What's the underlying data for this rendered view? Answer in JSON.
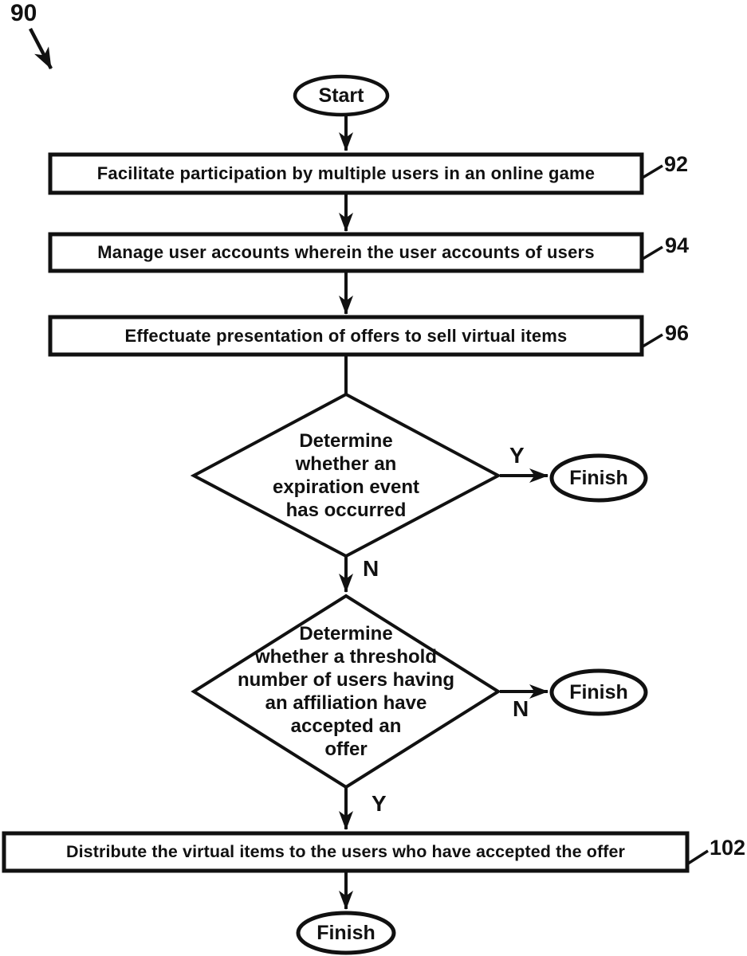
{
  "figure_ref": "90",
  "colors": {
    "ink": "#111111",
    "background": "#ffffff"
  },
  "terminals": {
    "start": "Start",
    "finish_expiration": "Finish",
    "finish_threshold": "Finish",
    "finish_end": "Finish"
  },
  "steps": {
    "facilitate": {
      "text": "Facilitate participation by multiple users in an online game",
      "ref": "92"
    },
    "manage": {
      "text": "Manage user accounts wherein the user accounts of users",
      "ref": "94"
    },
    "effectuate": {
      "text": "Effectuate presentation of offers to sell virtual items",
      "ref": "96"
    },
    "distribute": {
      "text": "Distribute the virtual items to the users who have accepted the offer",
      "ref": "102"
    }
  },
  "decisions": {
    "expiration": {
      "lines": [
        "Determine",
        "whether an",
        "expiration event",
        "has occurred"
      ],
      "yes_label": "Y",
      "no_label": "N"
    },
    "threshold": {
      "lines": [
        "Determine",
        "whether a threshold",
        "number of users having",
        "an affiliation have",
        "accepted an",
        "offer"
      ],
      "no_label": "N",
      "yes_label": "Y"
    }
  }
}
